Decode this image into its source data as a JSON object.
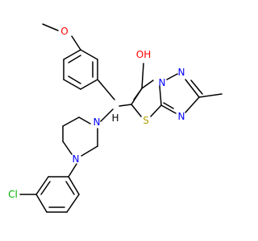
{
  "molecule": {
    "colors": {
      "bond": "#000000",
      "O": "#ff0000",
      "N": "#0000ff",
      "S": "#b2a100",
      "Cl": "#00b000"
    },
    "labels": {
      "O_methoxy": "O",
      "OH": "OH",
      "N_bridge": "N",
      "N_triazole_top": "N",
      "N_triazole_bottom": "N",
      "S": "S",
      "H": "H",
      "N_pip_top": "N",
      "N_pip_bottom": "N",
      "Cl": "Cl"
    }
  }
}
